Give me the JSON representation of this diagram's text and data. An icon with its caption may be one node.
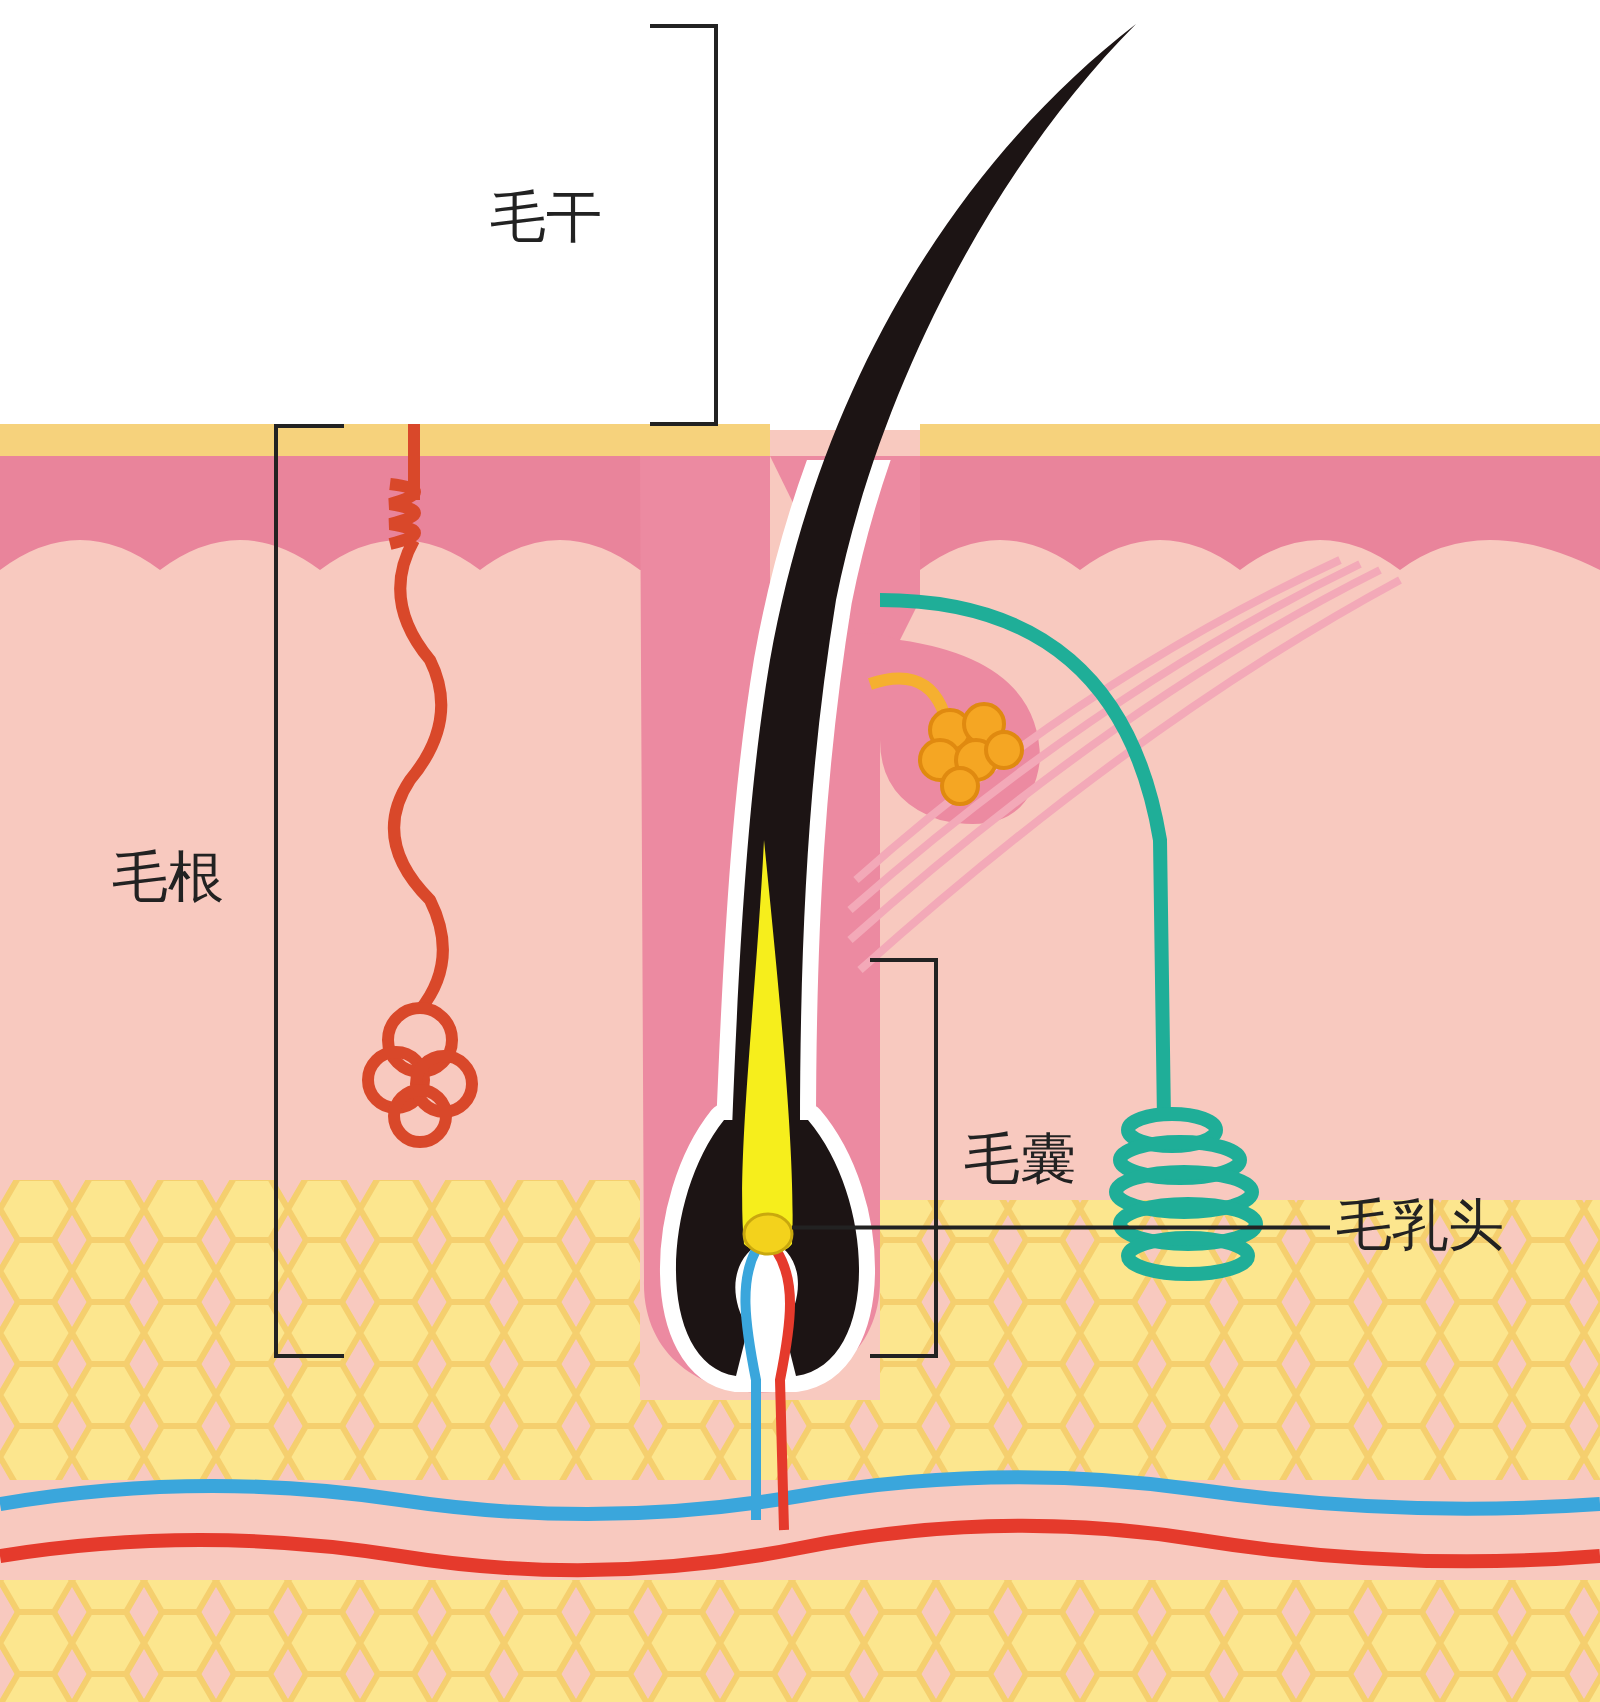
{
  "diagram": {
    "nodes": [
      {
        "text": [
          "毛乳头"
        ]
      },
      {
        "text": [],
        "shape": "picture"
      }
    ],
    "edges": [
      {
        "from": 0,
        "to": 1,
        "arrow": "none"
      }
    ],
    "labels": [
      "毛干",
      "毛根",
      "毛囊"
    ]
  }
}
